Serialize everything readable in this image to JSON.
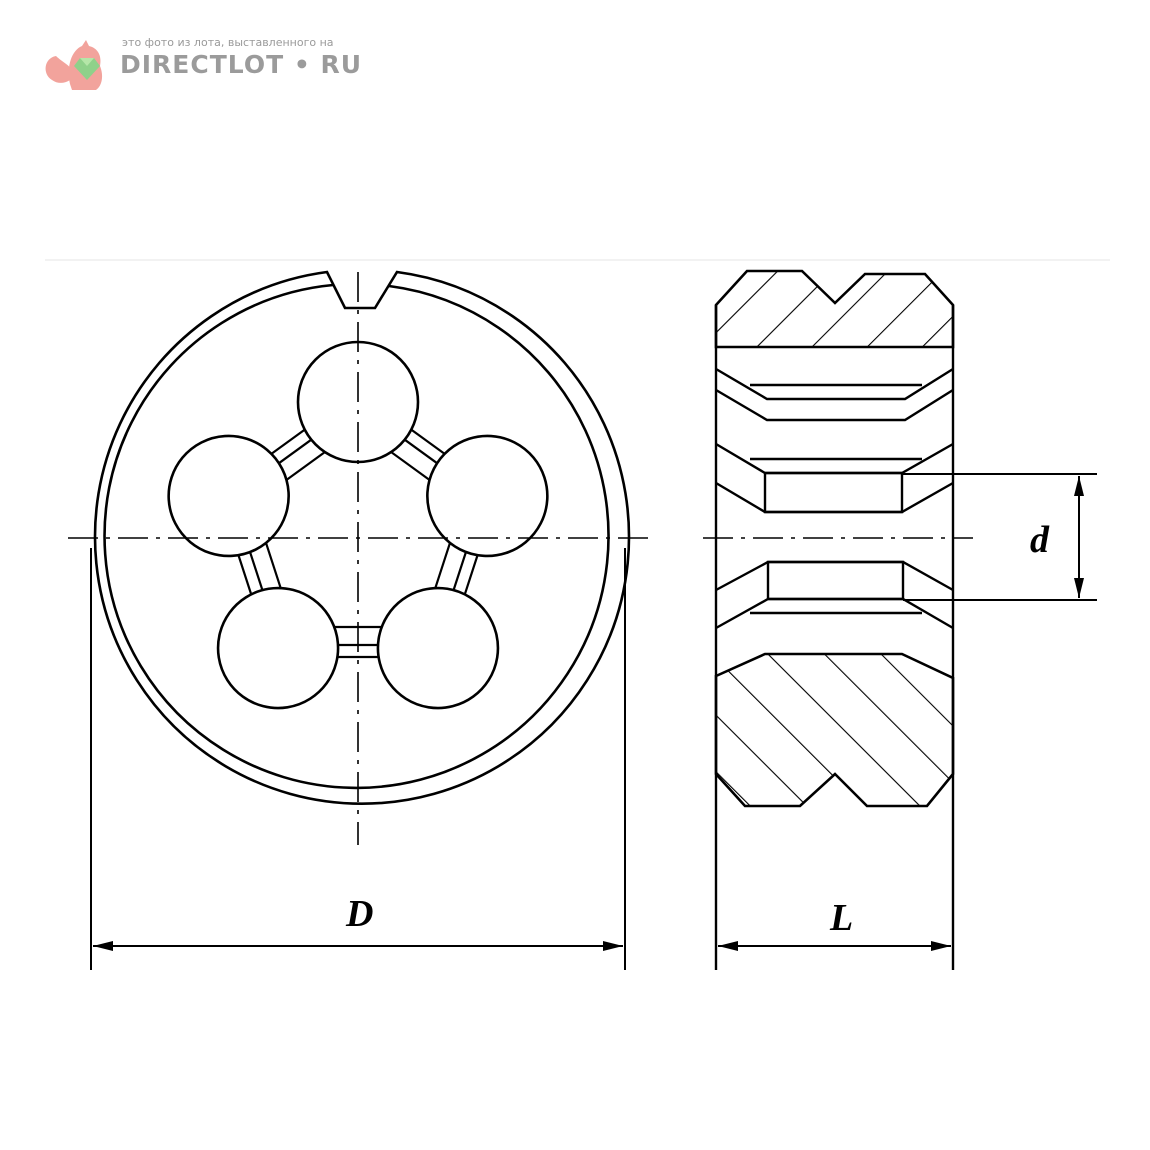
{
  "watermark": {
    "caption": "это фото из лота, выставленного на",
    "brand": "DIRECTLOT • RU",
    "colors": {
      "squirrel": "#f2a39c",
      "gem": "#8fd18a",
      "text": "#9b9b9b"
    }
  },
  "drawing": {
    "title": "Threading die (front view and section)",
    "labels": {
      "outer_diameter": "D",
      "thickness": "L",
      "thread_diameter": "d"
    },
    "line_color": "#000000"
  }
}
